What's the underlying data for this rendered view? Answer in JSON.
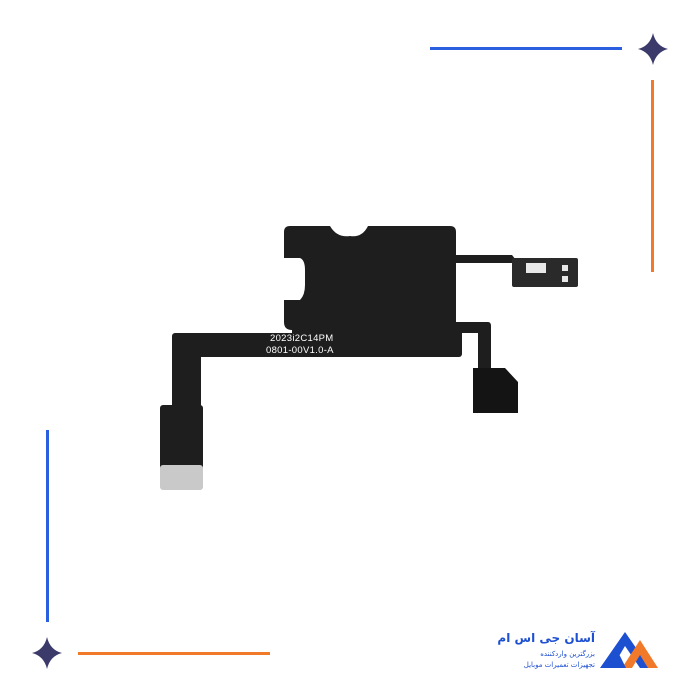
{
  "product": {
    "marking_line1": "2023i2C14PM",
    "marking_line2": "0801-00V1.0-A"
  },
  "logo": {
    "name": "آسان جی اس ام",
    "tagline1": "بزرگترین واردکننده",
    "tagline2": "تجهیزات تعمیرات موبایل"
  },
  "colors": {
    "blue": "#2a5fe0",
    "orange": "#f07a2a",
    "star": "#3b3a6b"
  }
}
